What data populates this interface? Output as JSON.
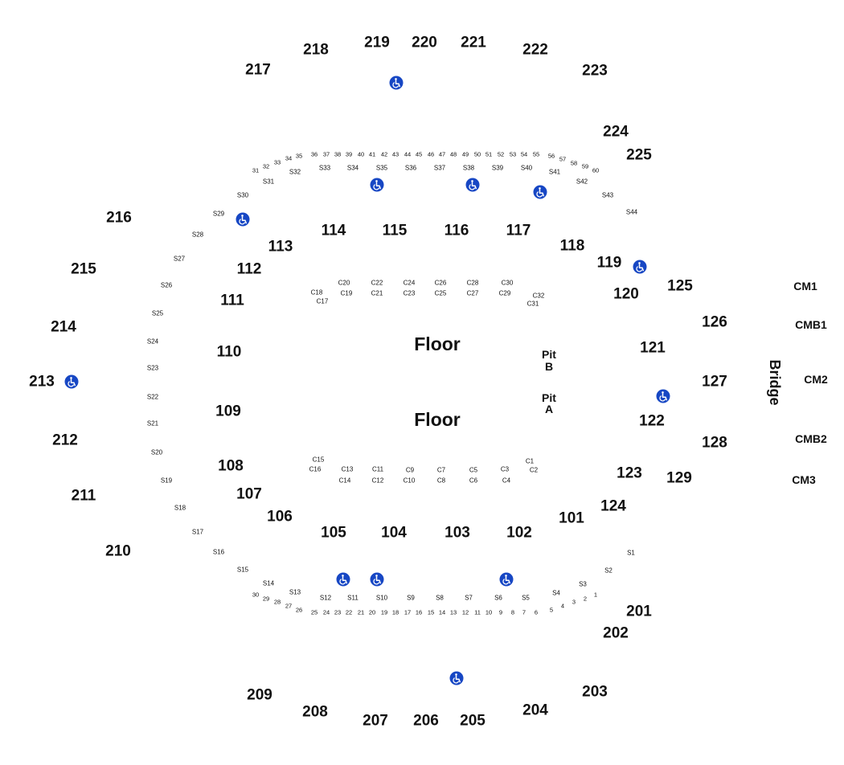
{
  "colors": {
    "text": "#111111",
    "accessible": "#1747c4",
    "background": "#ffffff"
  },
  "icons": {
    "accessible": "wheelchair-icon"
  },
  "floor": {
    "labels": [
      "Floor",
      "Floor"
    ]
  },
  "pits": [
    {
      "name": "Pit",
      "letter": "B"
    },
    {
      "name": "Pit",
      "letter": "A"
    }
  ],
  "bridge": {
    "label": "Bridge"
  },
  "sections": {
    "upper": [
      "201",
      "202",
      "203",
      "204",
      "205",
      "206",
      "207",
      "208",
      "209",
      "210",
      "211",
      "212",
      "213",
      "214",
      "215",
      "216",
      "217",
      "218",
      "219",
      "220",
      "221",
      "222",
      "223",
      "224",
      "225"
    ],
    "lower": [
      "101",
      "102",
      "103",
      "104",
      "105",
      "106",
      "107",
      "108",
      "109",
      "110",
      "111",
      "112",
      "113",
      "114",
      "115",
      "116",
      "117",
      "118",
      "119",
      "120",
      "121",
      "122",
      "123",
      "124",
      "125",
      "126",
      "127",
      "128",
      "129"
    ],
    "club": [
      "CM1",
      "CMB1",
      "CM2",
      "CMB2",
      "CM3"
    ],
    "s_sections": [
      "S1",
      "S2",
      "S3",
      "S4",
      "S5",
      "S6",
      "S7",
      "S8",
      "S9",
      "S10",
      "S11",
      "S12",
      "S13",
      "S14",
      "S15",
      "S16",
      "S17",
      "S18",
      "S19",
      "S20",
      "S21",
      "S22",
      "S23",
      "S24",
      "S25",
      "S26",
      "S27",
      "S28",
      "S29",
      "S30",
      "S31",
      "S32",
      "S33",
      "S34",
      "S35",
      "S36",
      "S37",
      "S38",
      "S39",
      "S40",
      "S41",
      "S42",
      "S43",
      "S44"
    ],
    "c_sections": [
      "C1",
      "C2",
      "C3",
      "C4",
      "C5",
      "C6",
      "C7",
      "C8",
      "C9",
      "C10",
      "C11",
      "C12",
      "C13",
      "C14",
      "C15",
      "C16",
      "C17",
      "C18",
      "C19",
      "C20",
      "C21",
      "C22",
      "C23",
      "C24",
      "C25",
      "C26",
      "C27",
      "C28",
      "C29",
      "C30",
      "C31",
      "C32"
    ],
    "rows_top": [
      "31",
      "32",
      "33",
      "34",
      "35",
      "36",
      "37",
      "38",
      "39",
      "40",
      "41",
      "42",
      "43",
      "44",
      "45",
      "46",
      "47",
      "48",
      "49",
      "50",
      "51",
      "52",
      "53",
      "54",
      "55",
      "56",
      "57",
      "58",
      "59",
      "60"
    ],
    "rows_bottom": [
      "1",
      "2",
      "3",
      "4",
      "5",
      "6",
      "7",
      "8",
      "9",
      "10",
      "11",
      "12",
      "13",
      "14",
      "15",
      "16",
      "17",
      "18",
      "19",
      "20",
      "21",
      "22",
      "23",
      "24",
      "25",
      "26",
      "27",
      "28",
      "29",
      "30"
    ]
  }
}
